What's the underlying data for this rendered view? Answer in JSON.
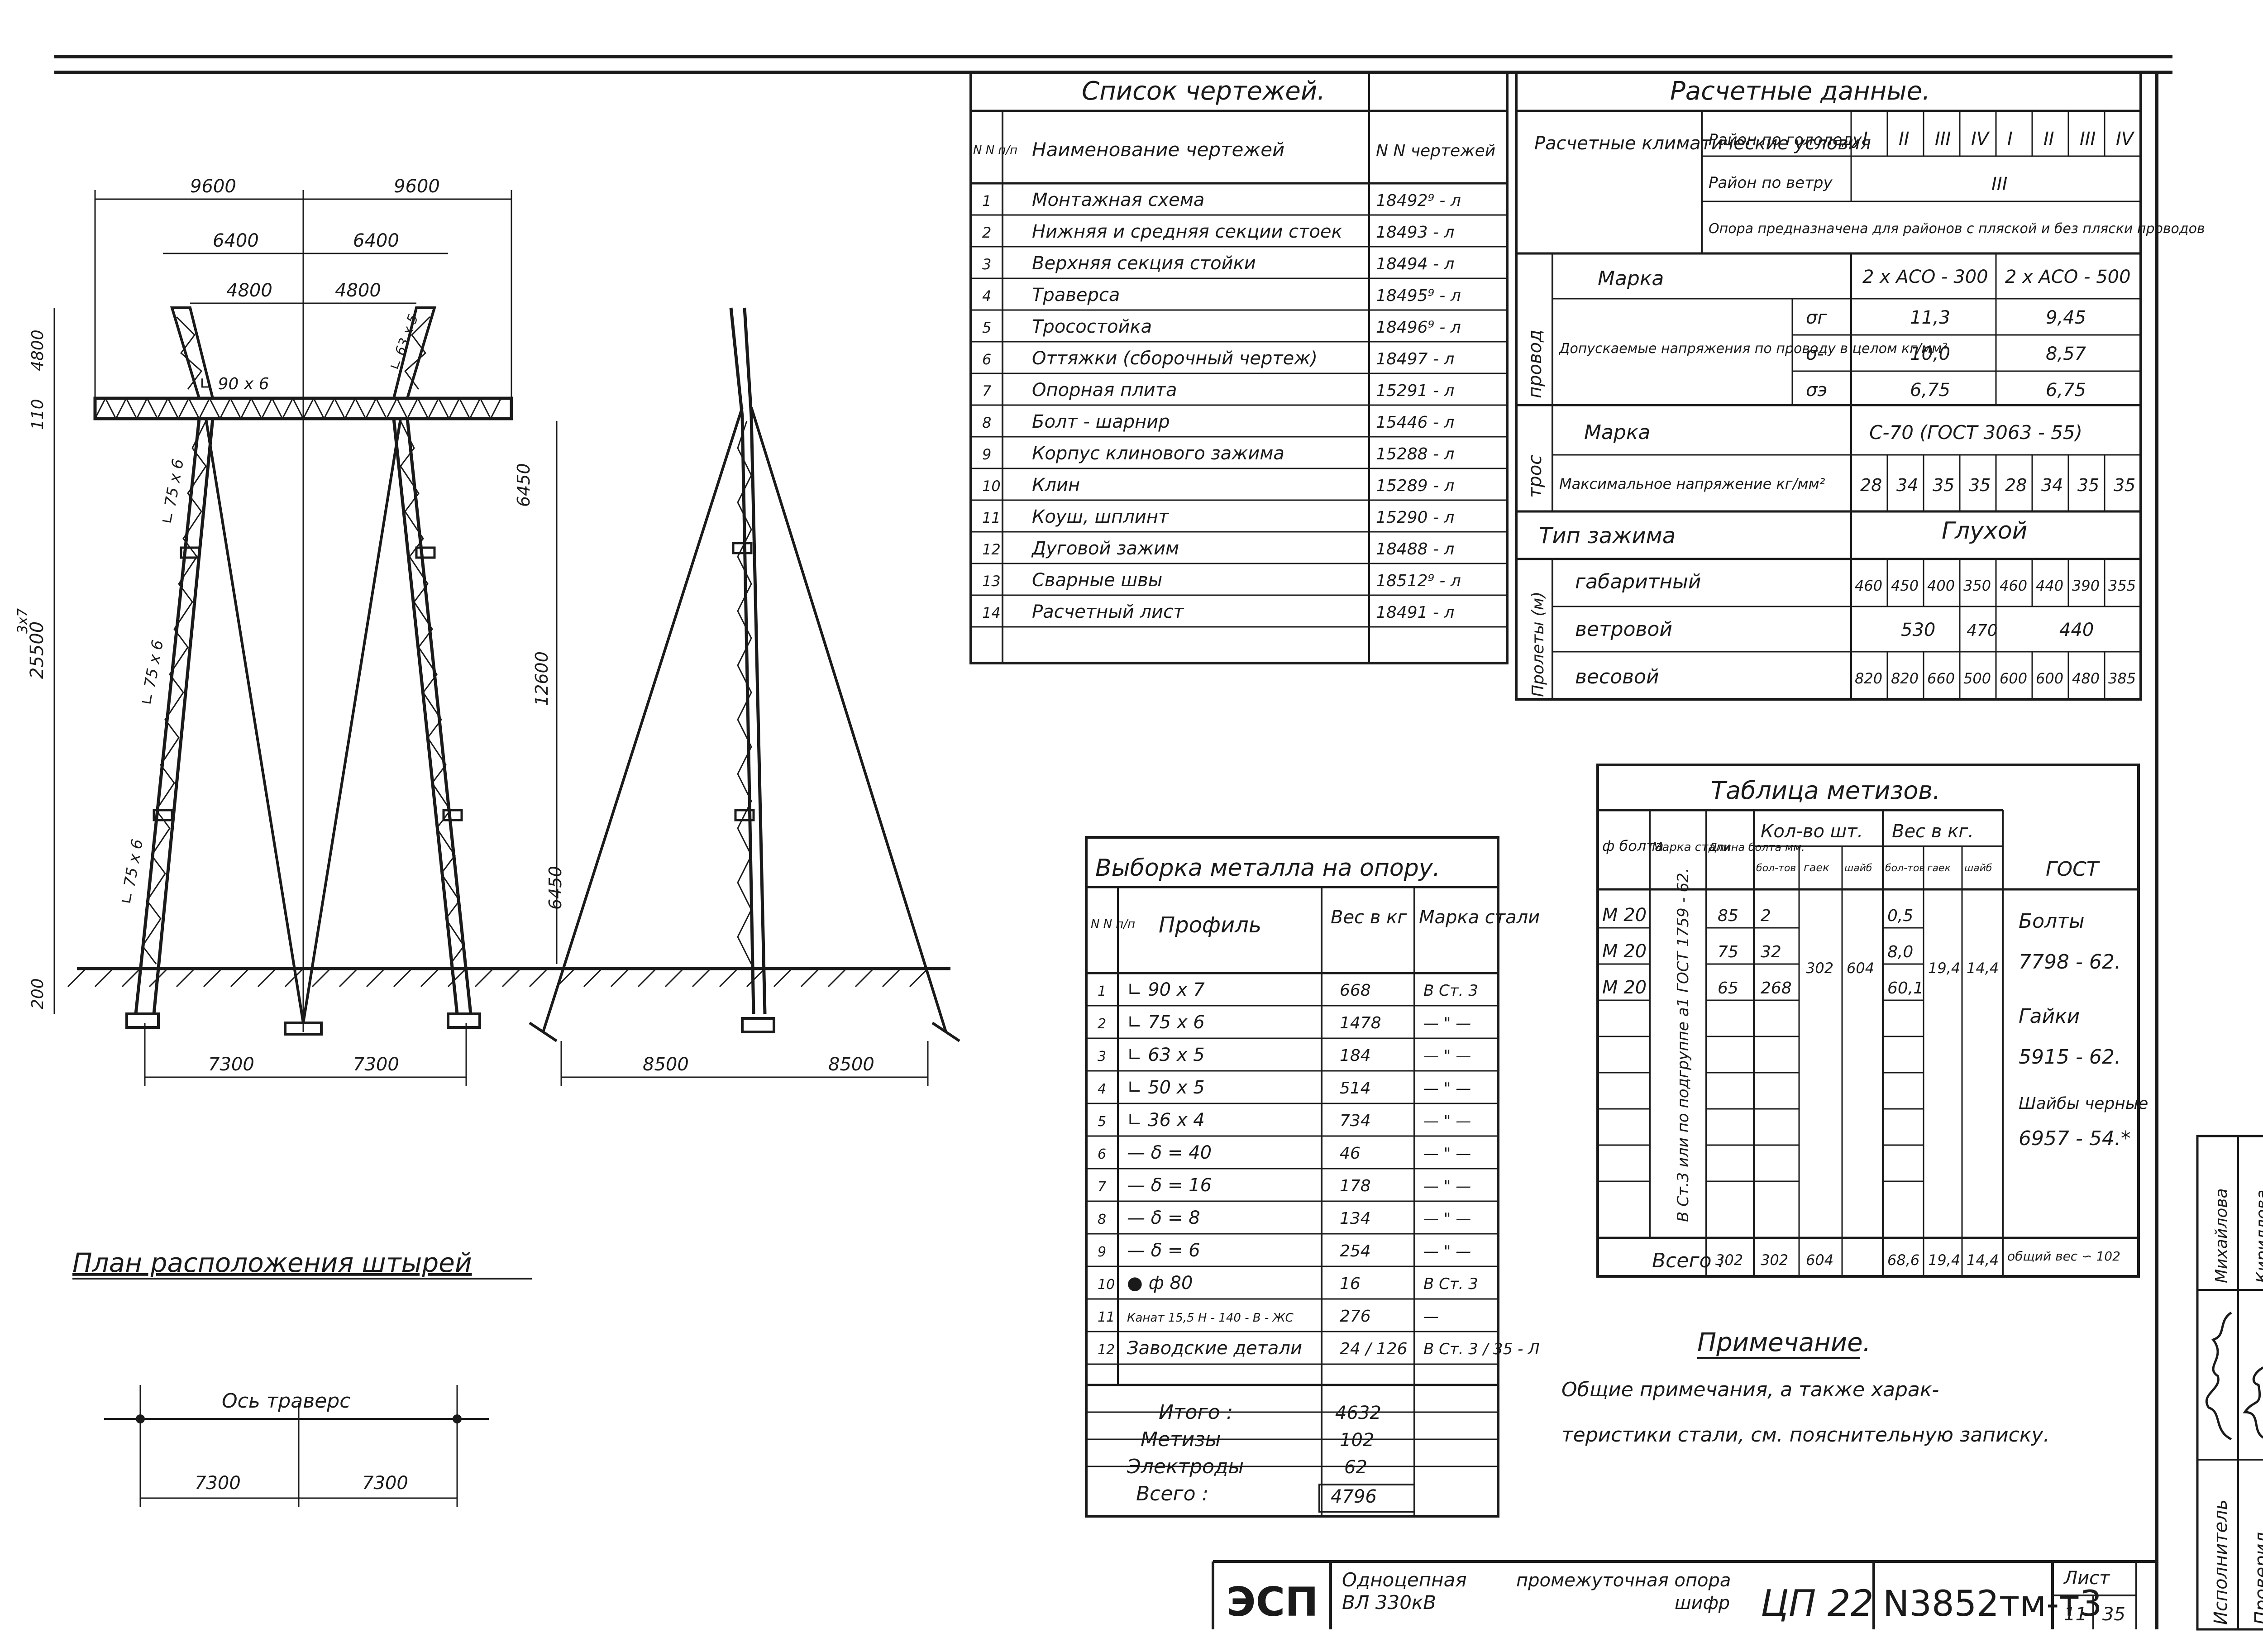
{
  "drawings_list": {
    "title": "Список чертежей.",
    "col_num": "N N п/п",
    "col_name": "Наименование чертежей",
    "col_code": "N N чертежей",
    "rows": [
      {
        "n": "1",
        "name": "Монтажная схема",
        "code": "18492⁹ - л"
      },
      {
        "n": "2",
        "name": "Нижняя и средняя секции стоек",
        "code": "18493 - л"
      },
      {
        "n": "3",
        "name": "Верхняя секция стойки",
        "code": "18494 - л"
      },
      {
        "n": "4",
        "name": "Траверса",
        "code": "18495⁹ - л"
      },
      {
        "n": "5",
        "name": "Тросостойка",
        "code": "18496⁹ - л"
      },
      {
        "n": "6",
        "name": "Оттяжки (сборочный чертеж)",
        "code": "18497 - л"
      },
      {
        "n": "7",
        "name": "Опорная плита",
        "code": "15291 - л"
      },
      {
        "n": "8",
        "name": "Болт - шарнир",
        "code": "15446 - л"
      },
      {
        "n": "9",
        "name": "Корпус клинового зажима",
        "code": "15288 - л"
      },
      {
        "n": "10",
        "name": "Клин",
        "code": "15289 - л"
      },
      {
        "n": "11",
        "name": "Коуш, шплинт",
        "code": "15290 - л"
      },
      {
        "n": "12",
        "name": "Дуговой зажим",
        "code": "18488 - л"
      },
      {
        "n": "13",
        "name": "Сварные швы",
        "code": "18512⁹ - л"
      },
      {
        "n": "14",
        "name": "Расчетный лист",
        "code": "18491 - л"
      }
    ]
  },
  "calc_data": {
    "title": "Расчетные данные.",
    "climate_label": "Расчетные климатические условия",
    "ice_label": "Район по гололеду",
    "ice_values": [
      "I",
      "II",
      "III",
      "IV",
      "I",
      "II",
      "III",
      "IV"
    ],
    "wind_label": "Район по ветру",
    "wind_value": "III",
    "note": "Опора предназначена для районов с пляской и без пляски проводов",
    "wire_label": "провод",
    "wire_mark_label": "Марка",
    "wire_marks": [
      "2 х АСО - 300",
      "2 х АСО - 500"
    ],
    "stress_label": "Допускаемые напряжения по проводу в целом кг/мм²",
    "stress_rows": [
      {
        "sym": "σг",
        "a": "11,3",
        "b": "9,45"
      },
      {
        "sym": "σ-",
        "a": "10,0",
        "b": "8,57"
      },
      {
        "sym": "σэ",
        "a": "6,75",
        "b": "6,75"
      }
    ],
    "cable_label": "трос",
    "cable_mark_label": "Марка",
    "cable_mark": "С-70 (ГОСТ 3063 - 55)",
    "max_stress_label": "Максимальное напряжение кг/мм²",
    "max_stress_values": [
      "28",
      "34",
      "35",
      "35",
      "28",
      "34",
      "35",
      "35"
    ],
    "clamp_label": "Тип зажима",
    "clamp_value": "Глухой",
    "spans_label": "Пролеты (м)",
    "gab_label": "габаритный",
    "gab_values": [
      "460",
      "450",
      "400",
      "350",
      "460",
      "440",
      "390",
      "355"
    ],
    "wind_span_label": "ветровой",
    "wind_span_values": [
      "530",
      "470",
      "440"
    ],
    "weight_span_label": "весовой",
    "weight_span_values": [
      "820",
      "820",
      "660",
      "500",
      "600",
      "600",
      "480",
      "385"
    ]
  },
  "hardware": {
    "title": "Таблица метизов.",
    "h_dia": "ф болта",
    "h_mark": "Марка стали",
    "h_len": "Длина болта мм.",
    "h_count": "Кол-во шт.",
    "h_weight": "Вес в кг.",
    "h_bolts": "бол-тов",
    "h_nuts": "гаек",
    "h_washers": "шайб",
    "h_gost": "ГОСТ",
    "rows": [
      {
        "d": "М 20",
        "len": "85",
        "b": "2",
        "wb": "0,5"
      },
      {
        "d": "М 20",
        "len": "75",
        "b": "32",
        "wb": "8,0"
      },
      {
        "d": "М 20",
        "len": "65",
        "b": "268",
        "wb": "60,1"
      }
    ],
    "nuts_count": "302",
    "washers_count": "604",
    "nuts_weight": "19,4",
    "washers_weight": "14,4",
    "steel_note": "В Ст.3 или по подгруппе а1 ГОСТ 1759 - 62.",
    "gost": [
      "Болты",
      "7798 - 62.",
      "Гайки",
      "5915 - 62.",
      "Шайбы черные",
      "6957 - 54.*"
    ],
    "total_label": "Всего :",
    "totals": [
      "302",
      "302",
      "604",
      "68,6",
      "19,4",
      "14,4"
    ],
    "total_weight": "общий вес ∽ 102"
  },
  "metal": {
    "title": "Выборка металла на опору.",
    "h_num": "N N п/п",
    "h_profile": "Профиль",
    "h_weight": "Вес в кг",
    "h_mark": "Марка стали",
    "rows": [
      {
        "n": "1",
        "p": "∟ 90 х 7",
        "w": "668",
        "m": "В Ст. 3"
      },
      {
        "n": "2",
        "p": "∟ 75 х 6",
        "w": "1478",
        "m": "— \" —"
      },
      {
        "n": "3",
        "p": "∟ 63 х 5",
        "w": "184",
        "m": "— \" —"
      },
      {
        "n": "4",
        "p": "∟ 50 х 5",
        "w": "514",
        "m": "— \" —"
      },
      {
        "n": "5",
        "p": "∟ 36 х 4",
        "w": "734",
        "m": "— \" —"
      },
      {
        "n": "6",
        "p": "— δ = 40",
        "w": "46",
        "m": "— \" —"
      },
      {
        "n": "7",
        "p": "— δ = 16",
        "w": "178",
        "m": "— \" —"
      },
      {
        "n": "8",
        "p": "— δ = 8",
        "w": "134",
        "m": "— \" —"
      },
      {
        "n": "9",
        "p": "— δ = 6",
        "w": "254",
        "m": "— \" —"
      },
      {
        "n": "10",
        "p": "● ф 80",
        "w": "16",
        "m": "В Ст. 3"
      },
      {
        "n": "11",
        "p": "Канат 15,5 Н - 140 - В - ЖС",
        "w": "276",
        "m": "—"
      },
      {
        "n": "12",
        "p": "Заводские детали",
        "w": "24 / 126",
        "m": "В Ст. 3 / 35 - Л"
      }
    ],
    "subtotal_label": "Итого :",
    "subtotal": "4632",
    "hardware_label": "Метизы",
    "hardware_value": "102",
    "electrodes_label": "Электроды",
    "electrodes_value": "62",
    "total_label": "Всего :",
    "total": "4796"
  },
  "drawing": {
    "dims_top": [
      "9600",
      "9600",
      "6400",
      "6400",
      "4800",
      "4800"
    ],
    "dim_left": [
      "4800",
      "110",
      "25500",
      "200"
    ],
    "dim_left_small": "3х7",
    "angle_labels": [
      "∟ 90 х 6",
      "∟ 63 х 5",
      "∟ 75 х 6",
      "∟ 75 х 6",
      "∟ 75 х 6"
    ],
    "dims_right": [
      "6450",
      "12600",
      "6450"
    ],
    "dims_bottom": [
      "7300",
      "7300",
      "8500",
      "8500"
    ]
  },
  "plan": {
    "title": "План расположения штырей",
    "axis_label": "Ось траверс",
    "dims": [
      "7300",
      "7300"
    ]
  },
  "note": {
    "title": "Примечание.",
    "line1": "Общие примечания, а также харак-",
    "line2": "теристики стали, см. пояснительную записку."
  },
  "title_block": {
    "org": "ЭСП",
    "desc1": "Одноцепная",
    "desc2": "ВЛ 330кВ",
    "desc3": "промежуточная опора",
    "code_label": "шифр",
    "code": "ЦП 22",
    "number": "N3852тм-т3",
    "sheet_label": "Лист",
    "sheet": "11",
    "sheets": "35"
  },
  "signatures": {
    "role1": "Исполнитель",
    "role2": "Проверил",
    "name1": "Михайлова",
    "name2": "Кириллова"
  }
}
